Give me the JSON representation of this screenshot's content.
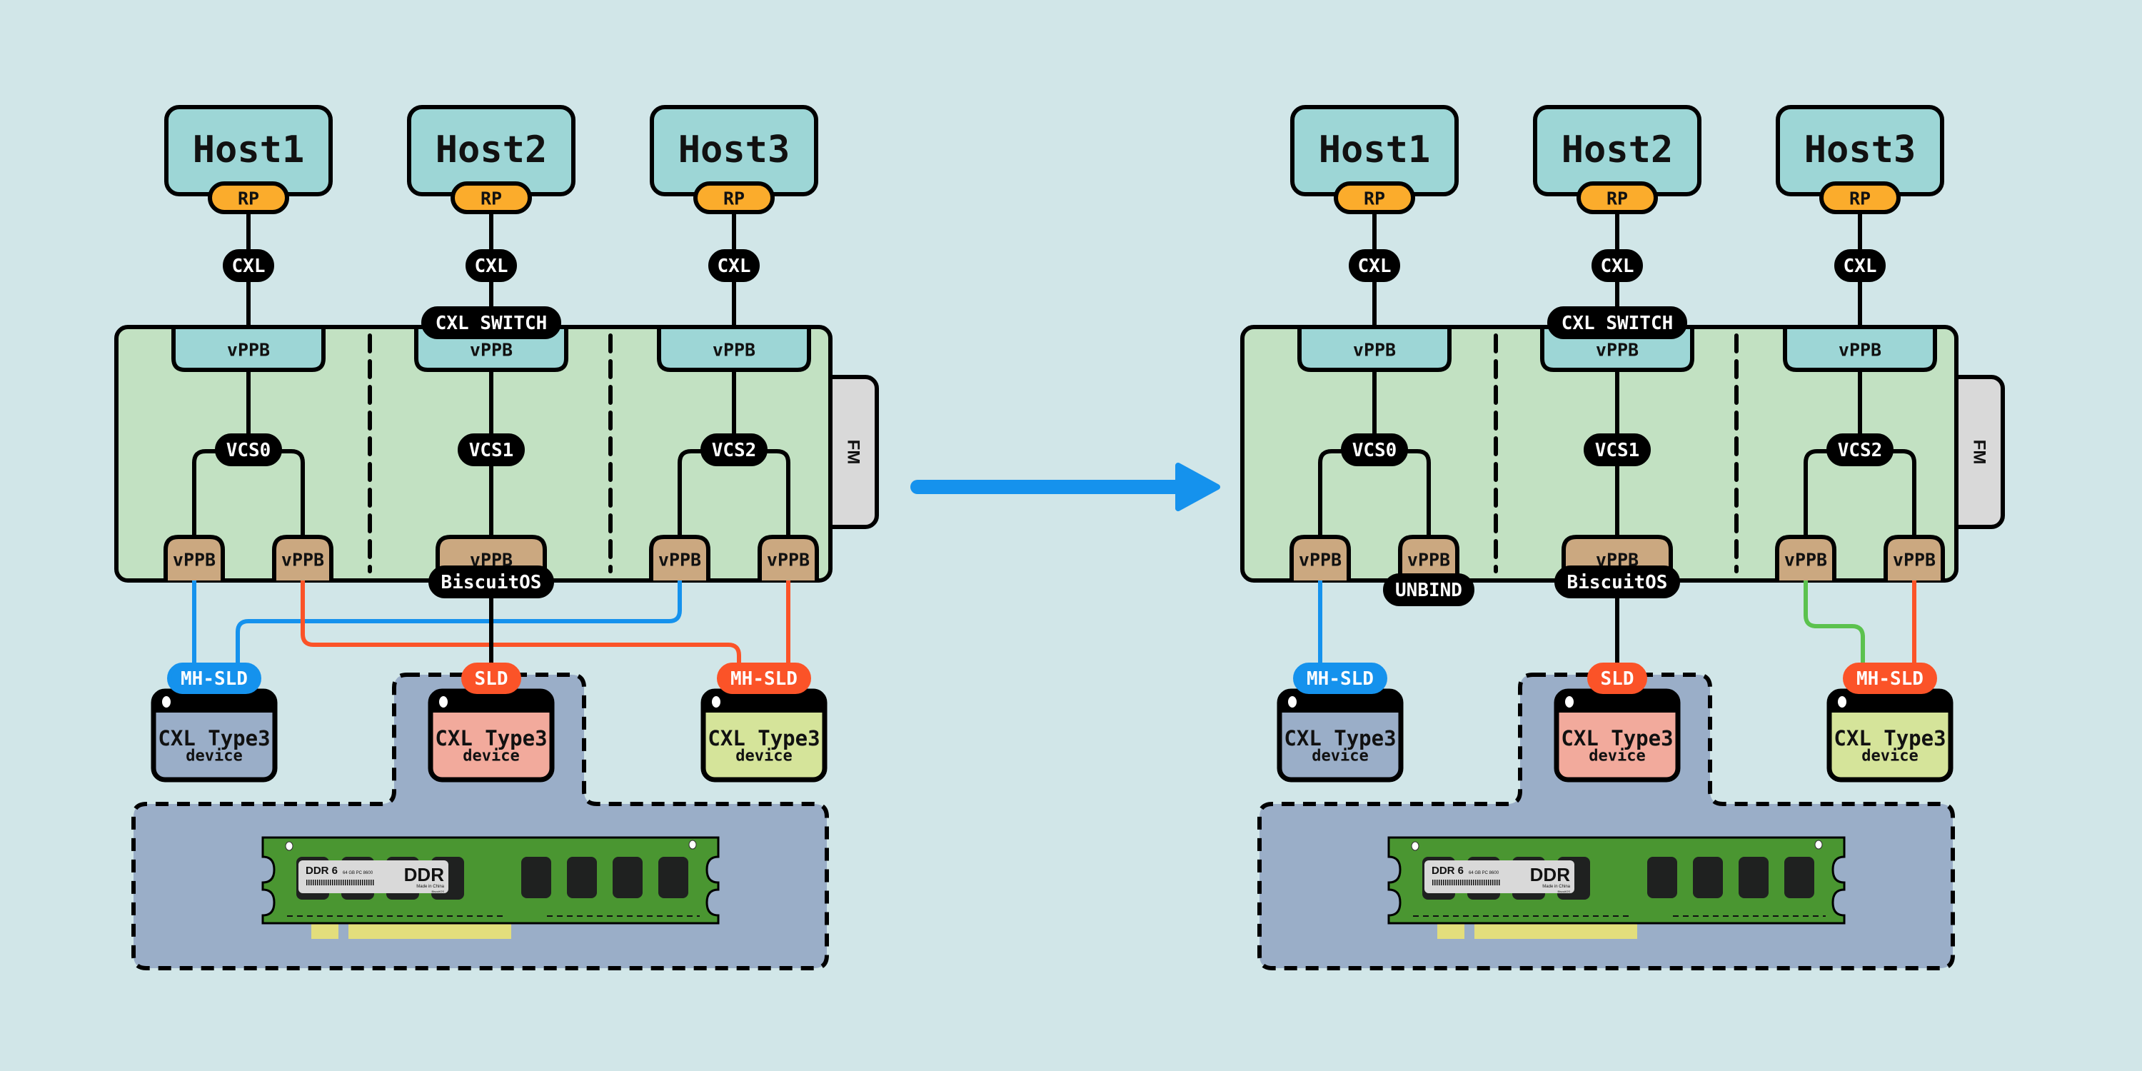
{
  "colors": {
    "background": "#d1e6e8",
    "host_fill": "#9dd6d6",
    "rp_fill": "#fbac2c",
    "switch_fill": "#c2e1c2",
    "vppb_up_fill": "#9dd6d6",
    "vppb_down_fill": "#cba880",
    "fm_fill": "#d9d9d9",
    "blue": "#1592ed",
    "orange": "#fb5328",
    "green": "#5bc24e",
    "pool_fill": "#9aaec8",
    "dev_blue": "#9aaec8",
    "dev_pink": "#f2aa9c",
    "dev_lime": "#d5e49a",
    "arrow": "#1592ed",
    "ddr_pcb": "#4a9631",
    "ddr_chip": "#1f2120",
    "ddr_label": "#d9d9d9",
    "ddr_pins": "#e3de7c"
  },
  "arrow": {
    "direction": "right",
    "label": ""
  },
  "panels": [
    {
      "id": "before",
      "hosts": [
        {
          "label": "Host1",
          "port": "RP",
          "link": "CXL"
        },
        {
          "label": "Host2",
          "port": "RP",
          "link": "CXL"
        },
        {
          "label": "Host3",
          "port": "RP",
          "link": "CXL"
        }
      ],
      "switch": {
        "label": "CXL SWITCH",
        "fm_label": "FM",
        "vcs": [
          {
            "label": "VCS0",
            "upstream": "vPPB",
            "downstream": [
              "vPPB",
              "vPPB"
            ]
          },
          {
            "label": "VCS1",
            "upstream": "vPPB",
            "downstream": [
              "vPPB"
            ]
          },
          {
            "label": "VCS2",
            "upstream": "vPPB",
            "downstream": [
              "vPPB",
              "vPPB"
            ]
          }
        ],
        "center_tag": "BiscuitOS",
        "extra_tag": ""
      },
      "devices": [
        {
          "tag": "MH-SLD",
          "tag_color": "blue",
          "title": "CXL Type3",
          "subtitle": "device",
          "fill": "dev_blue"
        },
        {
          "tag": "SLD",
          "tag_color": "orange",
          "title": "CXL Type3",
          "subtitle": "device",
          "fill": "dev_pink"
        },
        {
          "tag": "MH-SLD",
          "tag_color": "orange",
          "title": "CXL Type3",
          "subtitle": "device",
          "fill": "dev_lime"
        }
      ],
      "links": [
        {
          "from": "VCS0.vPPB0",
          "to": "device0",
          "color": "blue"
        },
        {
          "from": "VCS0.vPPB1",
          "to": "device2",
          "color": "orange"
        },
        {
          "from": "VCS1.vPPB0",
          "to": "device1",
          "color": "black"
        },
        {
          "from": "VCS2.vPPB0",
          "to": "device0",
          "color": "blue"
        },
        {
          "from": "VCS2.vPPB1",
          "to": "device2",
          "color": "orange"
        }
      ]
    },
    {
      "id": "after",
      "hosts": [
        {
          "label": "Host1",
          "port": "RP",
          "link": "CXL"
        },
        {
          "label": "Host2",
          "port": "RP",
          "link": "CXL"
        },
        {
          "label": "Host3",
          "port": "RP",
          "link": "CXL"
        }
      ],
      "switch": {
        "label": "CXL SWITCH",
        "fm_label": "FM",
        "vcs": [
          {
            "label": "VCS0",
            "upstream": "vPPB",
            "downstream": [
              "vPPB",
              "vPPB"
            ]
          },
          {
            "label": "VCS1",
            "upstream": "vPPB",
            "downstream": [
              "vPPB"
            ]
          },
          {
            "label": "VCS2",
            "upstream": "vPPB",
            "downstream": [
              "vPPB",
              "vPPB"
            ]
          }
        ],
        "center_tag": "BiscuitOS",
        "extra_tag": "UNBIND"
      },
      "devices": [
        {
          "tag": "MH-SLD",
          "tag_color": "blue",
          "title": "CXL Type3",
          "subtitle": "device",
          "fill": "dev_blue"
        },
        {
          "tag": "SLD",
          "tag_color": "orange",
          "title": "CXL Type3",
          "subtitle": "device",
          "fill": "dev_pink"
        },
        {
          "tag": "MH-SLD",
          "tag_color": "orange",
          "title": "CXL Type3",
          "subtitle": "device",
          "fill": "dev_lime"
        }
      ],
      "links": [
        {
          "from": "VCS0.vPPB0",
          "to": "device0",
          "color": "blue"
        },
        {
          "from": "VCS1.vPPB0",
          "to": "device1",
          "color": "black"
        },
        {
          "from": "VCS2.vPPB0",
          "to": "device2",
          "color": "green"
        },
        {
          "from": "VCS2.vPPB1",
          "to": "device2",
          "color": "orange"
        }
      ]
    }
  ],
  "memory_module": {
    "type_label": "DDR 6",
    "spec_label": "64 GB PC 8600",
    "brand_label": "DDR",
    "origin_label": "Made in China",
    "maker_label": "BiscuitOS"
  }
}
